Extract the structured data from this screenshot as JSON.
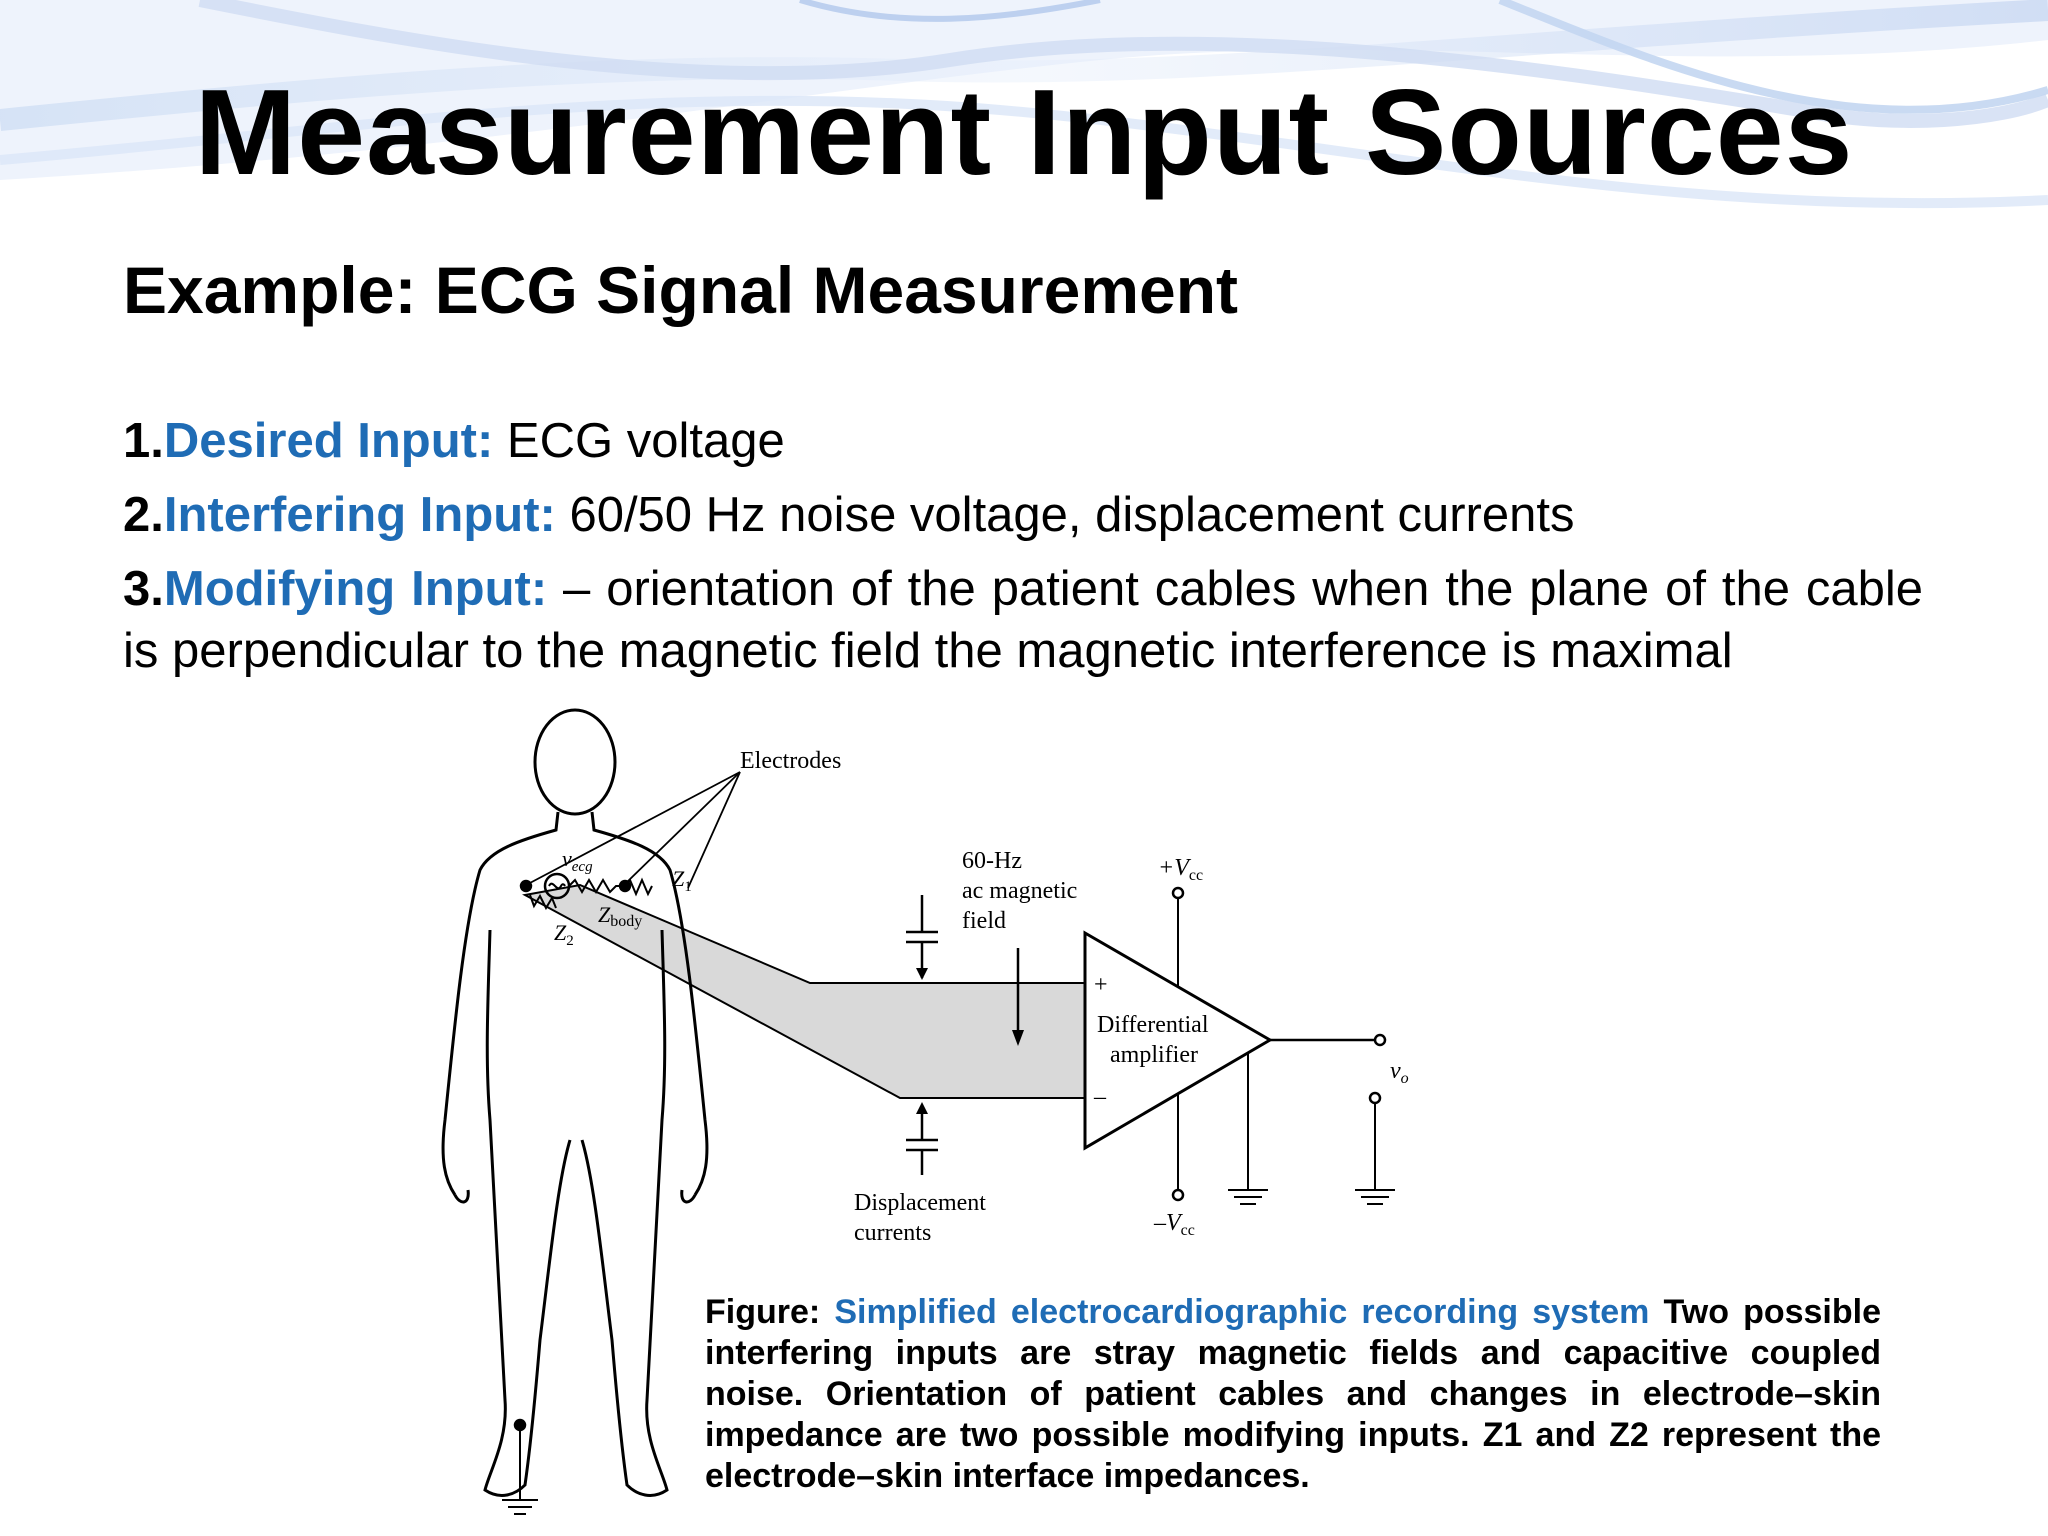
{
  "slide": {
    "title": "Measurement Input Sources",
    "subtitle": "Example: ECG Signal Measurement",
    "points": [
      {
        "num": "1.",
        "label": "Desired Input:",
        "text": " ECG voltage"
      },
      {
        "num": "2.",
        "label": "Interfering Input:",
        "text": " 60/50 Hz noise voltage, displacement currents"
      },
      {
        "num": "3.",
        "label": "Modifying Input:",
        "text": " – orientation of the patient cables when the plane of the cable is perpendicular to the magnetic field the magnetic interference is maximal"
      }
    ]
  },
  "diagram": {
    "electrodes_label": "Electrodes",
    "vecg_label": "v",
    "vecg_sub": "ecg",
    "zbody_label": "Z",
    "zbody_sub": "body",
    "z1_label": "Z",
    "z1_sub": "1",
    "z2_label": "Z",
    "z2_sub": "2",
    "field_line1": "60-Hz",
    "field_line2": "ac magnetic",
    "field_line3": "field",
    "vcc_pos": "+V",
    "vcc_neg": "–V",
    "vcc_sub": "cc",
    "amp_line1": "Differential",
    "amp_line2": "amplifier",
    "plus_sign": "+",
    "minus_sign": "–",
    "vo_label": "v",
    "vo_sub": "o",
    "disp_line1": "Displacement",
    "disp_line2": "currents"
  },
  "caption": {
    "label": "Figure:",
    "title": "Simplified electrocardiographic recording system",
    "text": " Two possible interfering inputs are stray magnetic fields and capacitive coupled noise. Orientation of patient cables and changes in electrode–skin impedance are two possible modifying inputs. Z1 and Z2 represent the electrode–skin interface impedances."
  },
  "colors": {
    "accent": "#1f6cb5",
    "cable_fill": "#d9d9d9"
  }
}
